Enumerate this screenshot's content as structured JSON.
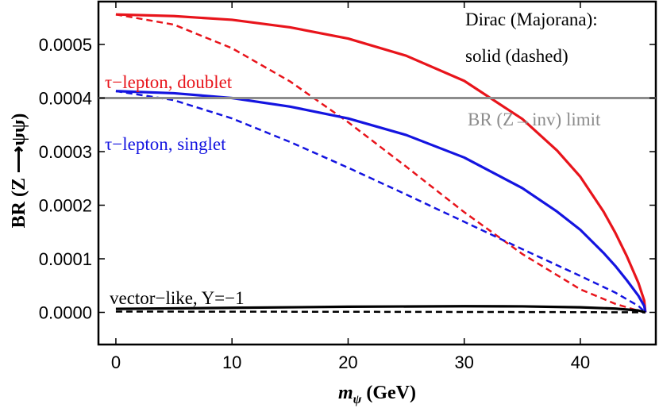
{
  "chart_data": {
    "type": "line",
    "title": "",
    "xlabel": "m_ψ (GeV)",
    "xlabel_main": "m",
    "xlabel_sub": "ψ",
    "xlabel_unit": " (GeV)",
    "ylabel": "BR (Z ⟶ψψ)",
    "xlim": [
      -1.5,
      46.5
    ],
    "ylim": [
      -6e-05,
      0.00058
    ],
    "grid": false,
    "x_ticks": [
      0,
      10,
      20,
      30,
      40
    ],
    "y_ticks": [
      0.0,
      0.0001,
      0.0002,
      0.0003,
      0.0004,
      0.0005
    ],
    "y_tick_labels": [
      "0.0000",
      "0.0001",
      "0.0002",
      "0.0003",
      "0.0004",
      "0.0005"
    ],
    "x_tick_labels": [
      "0",
      "10",
      "20",
      "30",
      "40"
    ],
    "series": [
      {
        "label_ref": "tau_doublet",
        "style": "solid",
        "color": "#e8141b",
        "x": [
          0,
          5,
          10,
          15,
          20,
          25,
          30,
          35,
          38,
          40,
          42,
          43,
          44,
          45,
          45.5,
          45.6
        ],
        "y": [
          0.000556,
          0.000553,
          0.000546,
          0.000532,
          0.000511,
          0.000479,
          0.000432,
          0.000361,
          0.000302,
          0.000253,
          0.000188,
          0.000149,
          0.000105,
          5.5e-05,
          2.2e-05,
          0.0
        ]
      },
      {
        "label_ref": "tau_doublet",
        "style": "dashed",
        "color": "#e8141b",
        "x": [
          0,
          5,
          10,
          15,
          20,
          25,
          30,
          35,
          40,
          43,
          45,
          45.6
        ],
        "y": [
          0.000556,
          0.000537,
          0.000493,
          0.000431,
          0.000355,
          0.000272,
          0.000187,
          0.000109,
          4.3e-05,
          1.6e-05,
          3e-06,
          0.0
        ]
      },
      {
        "label_ref": "tau_singlet",
        "style": "solid",
        "color": "#1414e0",
        "x": [
          0,
          5,
          10,
          15,
          20,
          25,
          30,
          35,
          38,
          40,
          42,
          43,
          44,
          45,
          45.5,
          45.6
        ],
        "y": [
          0.000413,
          0.000409,
          0.0004,
          0.000384,
          0.000362,
          0.000331,
          0.000289,
          0.000232,
          0.000188,
          0.000154,
          0.000111,
          8.7e-05,
          6e-05,
          3.1e-05,
          1.2e-05,
          0.0
        ]
      },
      {
        "label_ref": "tau_singlet",
        "style": "dashed",
        "color": "#1414e0",
        "x": [
          0,
          5,
          10,
          15,
          20,
          25,
          30,
          35,
          40,
          43,
          45,
          45.6
        ],
        "y": [
          0.000413,
          0.000396,
          0.000362,
          0.000318,
          0.00027,
          0.00022,
          0.000169,
          0.000118,
          6.8e-05,
          3.7e-05,
          1.2e-05,
          0.0
        ]
      },
      {
        "label_ref": "vector_like",
        "style": "solid",
        "color": "#000000",
        "x": [
          0,
          10,
          20,
          30,
          35,
          40,
          43,
          45,
          45.6
        ],
        "y": [
          6.5e-06,
          8.5e-06,
          1.05e-05,
          1.15e-05,
          1.12e-05,
          9.5e-06,
          7e-06,
          3.5e-06,
          0.0
        ]
      },
      {
        "label_ref": "vector_like",
        "style": "dashed",
        "color": "#000000",
        "x": [
          0,
          10,
          20,
          30,
          40,
          45,
          45.6
        ],
        "y": [
          1.5e-06,
          1.3e-06,
          1.1e-06,
          8e-07,
          4e-07,
          1e-07,
          0.0
        ]
      },
      {
        "label_ref": "br_limit",
        "style": "solid",
        "color": "#8c8c8c",
        "x": [
          -1.5,
          46.5
        ],
        "y": [
          0.0004,
          0.0004
        ]
      }
    ],
    "annotations": {
      "legend_line1": "Dirac (Majorana):",
      "legend_line2": "solid (dashed)",
      "tau_doublet": "τ−lepton, doublet",
      "tau_singlet": "τ−lepton, singlet",
      "br_limit": "BR (Z→inv) limit",
      "vector_like": "vector−like, Y=−1"
    },
    "colors": {
      "red": "#e8141b",
      "blue": "#1414e0",
      "black": "#000000",
      "gray": "#8c8c8c"
    }
  }
}
